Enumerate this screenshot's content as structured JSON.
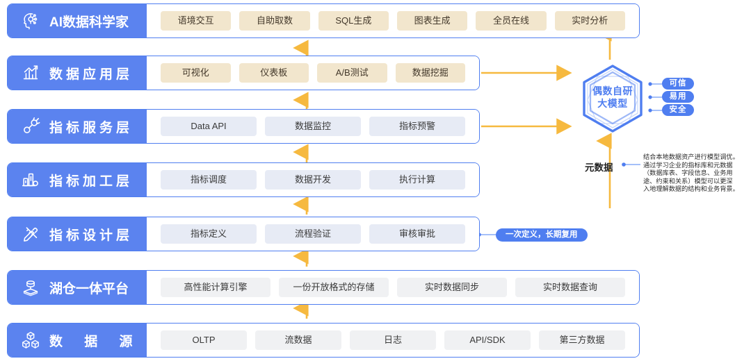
{
  "layers": [
    {
      "id": "ai-data-scientist",
      "icon": "ai-head-icon",
      "title": "AI数据科学家",
      "title_spacing": "none",
      "width": "wide",
      "chip_style": "cream",
      "items": [
        "语境交互",
        "自助取数",
        "SQL生成",
        "图表生成",
        "全员在线",
        "实时分析"
      ]
    },
    {
      "id": "data-application-layer",
      "icon": "bar-chart-up-icon",
      "title": "数据应用层",
      "title_spacing": "wide",
      "width": "narrow",
      "chip_style": "cream",
      "items": [
        "可视化",
        "仪表板",
        "A/B测试",
        "数据挖掘"
      ]
    },
    {
      "id": "metric-service-layer",
      "icon": "plug-connect-icon",
      "title": "指标服务层",
      "title_spacing": "wide",
      "width": "narrow",
      "chip_style": "lav",
      "items": [
        "Data API",
        "数据监控",
        "指标预警"
      ]
    },
    {
      "id": "metric-processing-layer",
      "icon": "bar-chart-dot-icon",
      "title": "指标加工层",
      "title_spacing": "wide",
      "width": "narrow",
      "chip_style": "lav",
      "items": [
        "指标调度",
        "数据开发",
        "执行计算"
      ]
    },
    {
      "id": "metric-design-layer",
      "icon": "ruler-pen-icon",
      "title": "指标设计层",
      "title_spacing": "wide",
      "width": "narrow",
      "chip_style": "lav",
      "items": [
        "指标定义",
        "流程验证",
        "审核审批"
      ]
    },
    {
      "id": "lakehouse-platform",
      "icon": "lakehouse-stack-icon",
      "title": "湖仓一体平台",
      "title_spacing": "none",
      "width": "wide",
      "chip_style": "gray",
      "items": [
        "高性能计算引擎",
        "一份开放格式的存储",
        "实时数据同步",
        "实时数据查询"
      ]
    },
    {
      "id": "data-source",
      "icon": "cubes-icon",
      "title": "数 据 源",
      "title_spacing": "extra",
      "width": "wide",
      "chip_style": "gray",
      "items": [
        "OLTP",
        "流数据",
        "日志",
        "API/SDK",
        "第三方数据"
      ]
    }
  ],
  "model": {
    "name_line1": "偶数自研",
    "name_line2": "大模型",
    "features": [
      {
        "label": "可信"
      },
      {
        "label": "易用"
      },
      {
        "label": "安全"
      }
    ]
  },
  "reuse_pill": {
    "label": "一次定义，长期复用"
  },
  "metadata": {
    "label": "元数据",
    "note_lines": [
      "结合本地数据资产进行模型调优。",
      "通过学习企业的指标库和元数据",
      "（数据库表、字段信息、业务用",
      "途、约束和关系）模型可以更深",
      "入地理解数据的结构和业务背景。"
    ]
  },
  "colors": {
    "brand_blue": "#4f7ef0",
    "label_blue": "#5b83ef",
    "arrow_orange": "#f6b93f",
    "chip_cream": "#f2e6cd",
    "chip_lavender": "#e7ebf5",
    "chip_gray": "#f0f1f3"
  }
}
